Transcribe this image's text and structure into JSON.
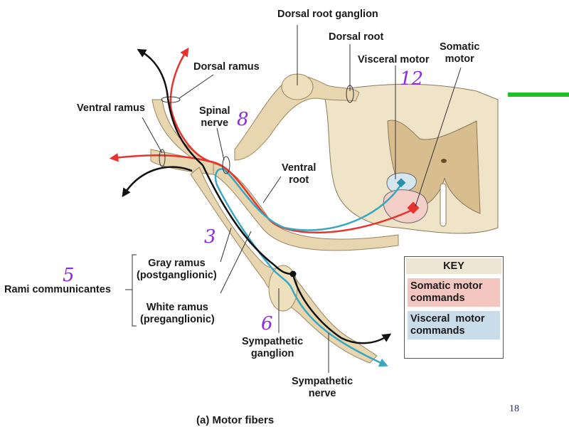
{
  "figure": {
    "caption": "(a) Motor fibers",
    "page_number": "18"
  },
  "labels": {
    "dorsal_root_ganglion": "Dorsal root ganglion",
    "dorsal_root": "Dorsal root",
    "visceral_motor": "Visceral motor",
    "somatic_motor_1": "Somatic",
    "somatic_motor_2": "motor",
    "dorsal_ramus": "Dorsal ramus",
    "ventral_ramus": "Ventral ramus",
    "spinal_nerve_1": "Spinal",
    "spinal_nerve_2": "nerve",
    "ventral_root_1": "Ventral",
    "ventral_root_2": "root",
    "gray_ramus_1": "Gray ramus",
    "gray_ramus_2": "(postganglionic)",
    "rami_communicantes": "Rami communicantes",
    "white_ramus_1": "White ramus",
    "white_ramus_2": "(preganglionic)",
    "sympathetic_ganglion_1": "Sympathetic",
    "sympathetic_ganglion_2": "ganglion",
    "sympathetic_nerve_1": "Sympathetic",
    "sympathetic_nerve_2": "nerve"
  },
  "annotations": {
    "n12": "12",
    "n8": "8",
    "n3": "3",
    "n5": "5",
    "n6": "6"
  },
  "key": {
    "title": "KEY",
    "somatic_1": "Somatic motor",
    "somatic_2": "commands",
    "visceral_1": "Visceral  motor",
    "visceral_2": "commands"
  },
  "colors": {
    "somatic": "#e8322e",
    "visceral": "#3aa7bf",
    "postganglionic": "#111111",
    "nerve_tissue": "#e8d6b0",
    "gray_matter": "#d8bd8e",
    "annotation": "#8a2be2",
    "highlight_bar": "#22c022"
  }
}
